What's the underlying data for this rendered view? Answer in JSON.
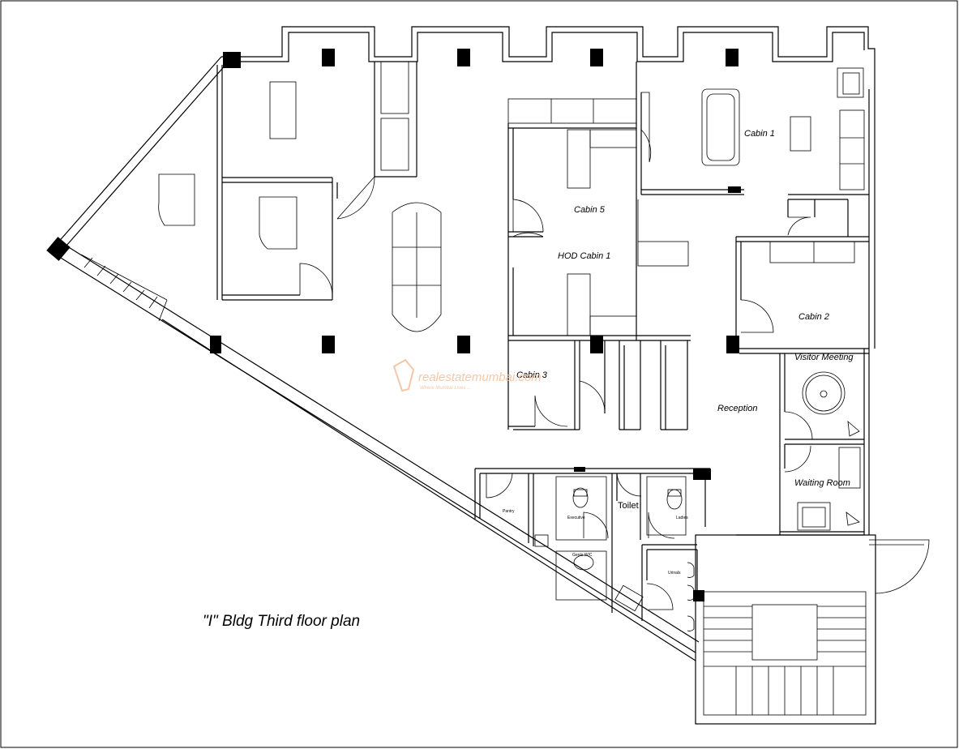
{
  "plan_title": "\"I\" Bldg Third floor plan",
  "rooms": {
    "cabin_1": "Cabin 1",
    "cabin_2": "Cabin 2",
    "cabin_3": "Cabin 3",
    "cabin_5": "Cabin 5",
    "hod_cabin_1": "HOD Cabin 1",
    "reception": "Reception",
    "visitor_meeting": "Visitor Meeting",
    "waiting_room": "Waiting Room",
    "toilet": "Toilet",
    "pantry": "Pantry",
    "executive": "Executive",
    "ladies": "Ladies",
    "gents_wc": "Gents W/C",
    "urinals": "Urinals"
  },
  "watermark": {
    "brand": "realestatemumbai.com",
    "tagline": "Where Mumbai Lives ..."
  },
  "colors": {
    "lines": "#000000",
    "background": "#ffffff",
    "watermark": "#f3c7a8"
  }
}
